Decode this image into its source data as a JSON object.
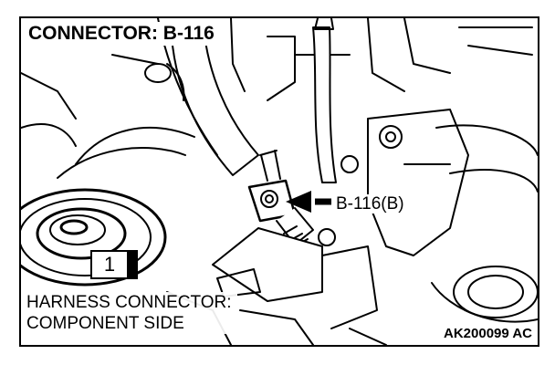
{
  "diagram": {
    "title": "CONNECTOR: B-116",
    "callout_label": "B-116(B)",
    "terminal_number": "1",
    "harness_line1": "HARNESS CONNECTOR:",
    "harness_line2": "COMPONENT SIDE",
    "image_id": "AK200099 AC"
  },
  "colors": {
    "ink": "#000000",
    "paper": "#ffffff"
  }
}
